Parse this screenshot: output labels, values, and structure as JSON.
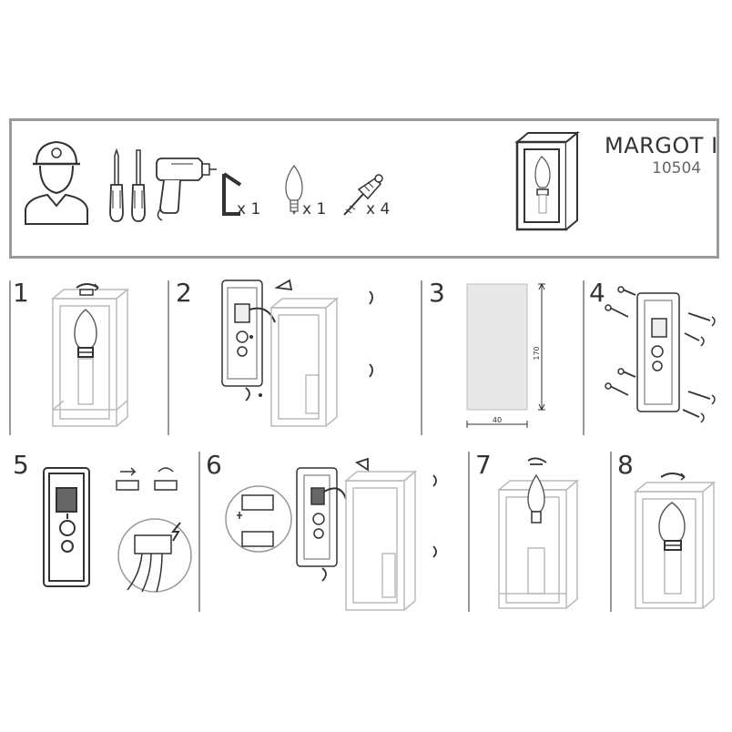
{
  "header": {
    "product_name": "MARGOT I",
    "product_code": "10504",
    "tools": [
      {
        "icon": "electrician-icon"
      },
      {
        "icon": "screwdriver-icon"
      },
      {
        "icon": "screwdriver-icon"
      },
      {
        "icon": "drill-icon"
      },
      {
        "icon": "allen-key-icon",
        "qty": "x 1"
      },
      {
        "icon": "bulb-icon",
        "qty": "x 1"
      },
      {
        "icon": "screw-plug-icon",
        "qty": "x 4"
      }
    ]
  },
  "steps": [
    {
      "number": "1"
    },
    {
      "number": "2"
    },
    {
      "number": "3",
      "dimensions": {
        "height": "170",
        "width": "40"
      }
    },
    {
      "number": "4"
    },
    {
      "number": "5"
    },
    {
      "number": "6"
    },
    {
      "number": "7"
    },
    {
      "number": "8"
    }
  ],
  "colors": {
    "line": "#333333",
    "light_line": "#bbbbbb",
    "box_fill": "#e8e8e8",
    "divider": "#9a9a9a"
  }
}
